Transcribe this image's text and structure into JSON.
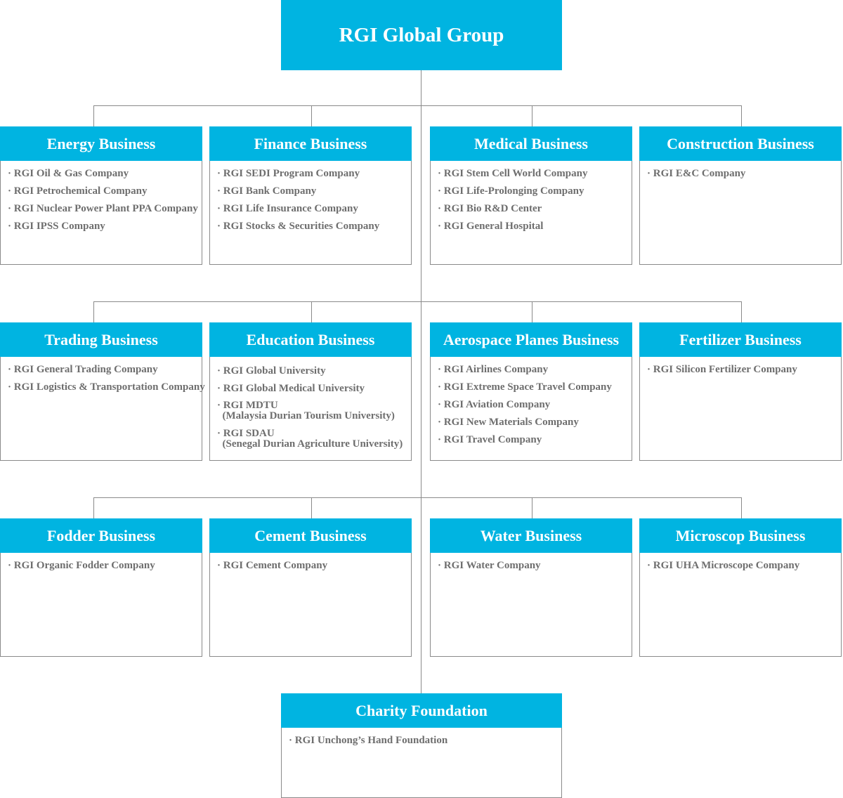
{
  "root": {
    "title": "RGI Global Group"
  },
  "rows": [
    [
      {
        "title": "Energy Business",
        "items": [
          "· RGI Oil & Gas Company",
          "· RGI Petrochemical Company",
          "· RGI Nuclear Power Plant PPA Company",
          "· RGI IPSS Company"
        ]
      },
      {
        "title": "Finance Business",
        "items": [
          "· RGI SEDI Program Company",
          "· RGI Bank Company",
          "· RGI Life Insurance Company",
          "· RGI Stocks & Securities Company"
        ]
      },
      {
        "title": "Medical Business",
        "items": [
          "· RGI Stem Cell World Company",
          "· RGI Life-Prolonging Company",
          "· RGI Bio R&D Center",
          "· RGI General Hospital"
        ]
      },
      {
        "title": "Construction Business",
        "items": [
          "· RGI E&C Company"
        ]
      }
    ],
    [
      {
        "title": "Trading Business",
        "items": [
          "· RGI General Trading Company",
          "· RGI Logistics & Transportation Company"
        ]
      },
      {
        "title": "Education Business",
        "items": [
          "· RGI Global University",
          "· RGI Global Medical University",
          "· RGI MDTU\n  (Malaysia Durian Tourism University)",
          "· RGI SDAU\n  (Senegal Durian Agriculture University)"
        ]
      },
      {
        "title": "Aerospace Planes Business",
        "items": [
          "· RGI Airlines Company",
          "· RGI Extreme Space Travel Company",
          "· RGI Aviation Company",
          "· RGI New Materials Company",
          "· RGI Travel Company"
        ]
      },
      {
        "title": "Fertilizer Business",
        "items": [
          "· RGI Silicon Fertilizer Company"
        ]
      }
    ],
    [
      {
        "title": "Fodder Business",
        "items": [
          "· RGI Organic Fodder Company"
        ]
      },
      {
        "title": "Cement Business",
        "items": [
          "· RGI Cement Company"
        ]
      },
      {
        "title": "Water Business",
        "items": [
          "· RGI Water Company"
        ]
      },
      {
        "title": "Microscop Business",
        "items": [
          "· RGI UHA Microscope Company"
        ]
      }
    ]
  ],
  "charity": {
    "title": "Charity Foundation",
    "items": [
      "· RGI Unchong’s Hand Foundation"
    ]
  }
}
